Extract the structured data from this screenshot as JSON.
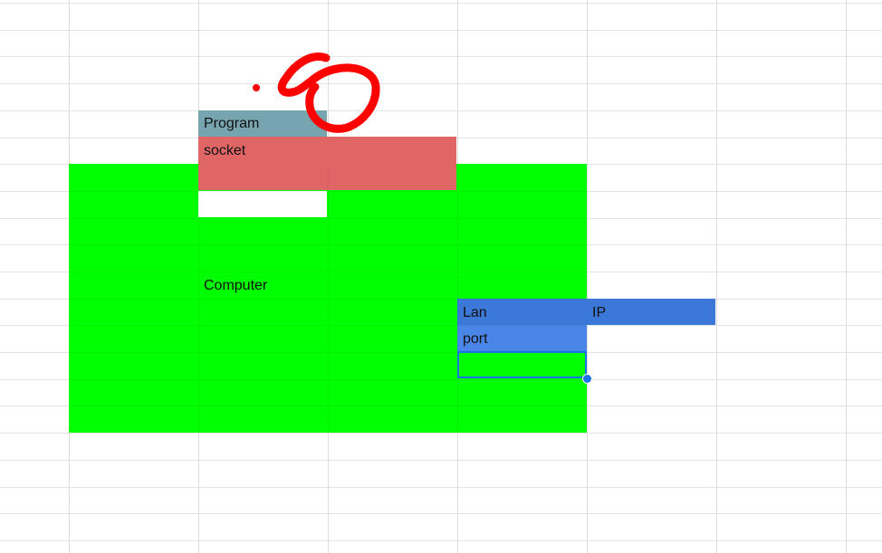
{
  "cells": {
    "program": "Program",
    "socket": "socket",
    "computer": "Computer",
    "lan": "Lan",
    "ip": "IP",
    "port": "port"
  },
  "colors": {
    "green": "#00ff00",
    "red": "#e06666",
    "teal": "#76a5af",
    "blue_dark": "#3c78d8",
    "blue_light": "#4a86e8",
    "annotation": "#ff0000",
    "selection": "#1a73e8"
  }
}
